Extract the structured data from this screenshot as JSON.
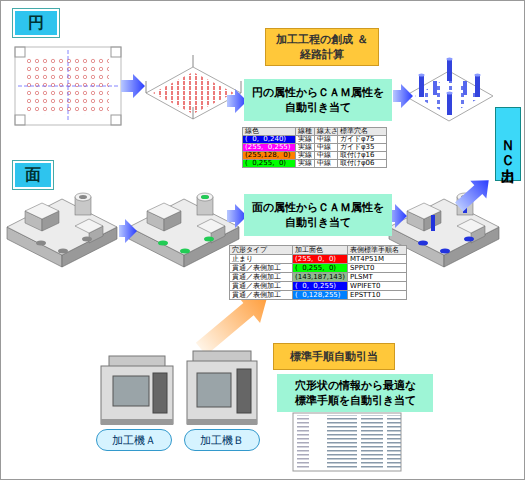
{
  "diagram": {
    "nodes": [
      {
        "text": [
          "円"
        ]
      },
      {
        "text": [
          "加工工程の創成 ＆経路計算"
        ]
      },
      {
        "text": [
          "円の属性からＣＡＭ属性を 自動引き当て"
        ]
      },
      {
        "text": [
          "ＮＣ出力"
        ]
      },
      {
        "text": [
          "面"
        ]
      },
      {
        "text": [
          "面の属性からＣＡＭ属性を 自動引き当て"
        ]
      },
      {
        "text": [
          "加工機Ａ"
        ]
      },
      {
        "text": [
          "加工機Ｂ"
        ]
      },
      {
        "text": [
          "標準手順自動引当"
        ]
      },
      {
        "text": [
          "穴形状の情報から最適な 標準手順を自動引き当て"
        ]
      }
    ],
    "labels": [
      "線色",
      "線種",
      "線太さ",
      "標準穴名",
      "(  0,  0,240)",
      "実線",
      "中線",
      "ガイドφ75",
      "(255,  0,255)",
      "実線",
      "中線",
      "ガイドφ35",
      "(255,128,  0)",
      "実線",
      "中線",
      "取付けφ16",
      "(  0,255,  0)",
      "実線",
      "中線",
      "取付けφ06",
      "穴形タイプ",
      "加工面色",
      "表側標準手順名",
      "止まり",
      "(255,  0,  0)",
      "MT4P51M",
      "貫通／表側加工",
      "(  0,255,  0)",
      "SPPLT0",
      "貫通／表側加工",
      "(143,187,143)",
      "PLSMT",
      "貫通／表側加工",
      "(  0,  0,255)",
      "WPIFET0",
      "貫通／表側加工",
      "(  0,128,255)",
      "EPSTT10"
    ]
  }
}
